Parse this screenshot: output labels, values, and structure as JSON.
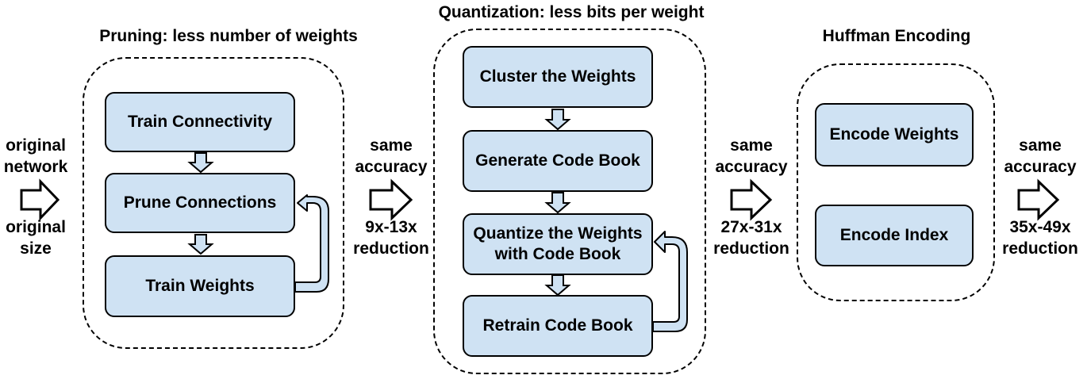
{
  "input": {
    "top_label": "original\nnetwork",
    "bottom_label": "original\nsize"
  },
  "stages": [
    {
      "title": "Pruning: less number of weights",
      "steps": [
        "Train Connectivity",
        "Prune Connections",
        "Train Weights"
      ],
      "result_top": "same\naccuracy",
      "result_bottom": "9x-13x\nreduction"
    },
    {
      "title": "Quantization: less bits per weight",
      "steps": [
        "Cluster the Weights",
        "Generate Code Book",
        "Quantize the Weights\nwith Code Book",
        "Retrain Code Book"
      ],
      "result_top": "same\naccuracy",
      "result_bottom": "27x-31x\nreduction"
    },
    {
      "title": "Huffman Encoding",
      "steps": [
        "Encode Weights",
        "Encode Index"
      ],
      "result_top": "same\naccuracy",
      "result_bottom": "35x-49x\nreduction"
    }
  ],
  "colors": {
    "box_fill": "#cfe2f3",
    "stroke": "#000000",
    "background": "#ffffff"
  }
}
